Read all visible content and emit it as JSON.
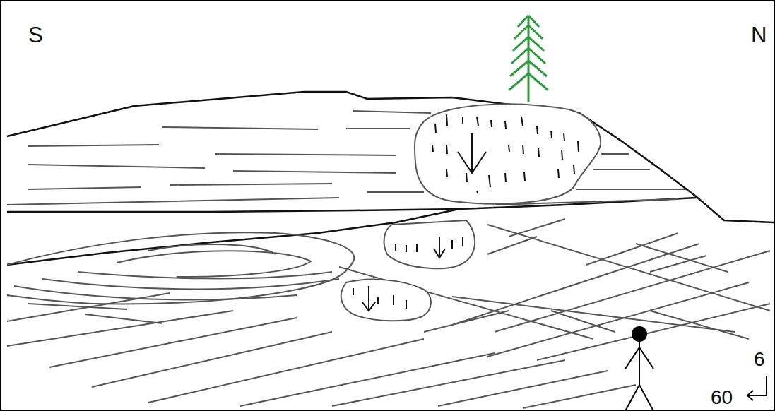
{
  "diagram": {
    "labels": [
      "S",
      "N",
      "6",
      "60"
    ]
  }
}
